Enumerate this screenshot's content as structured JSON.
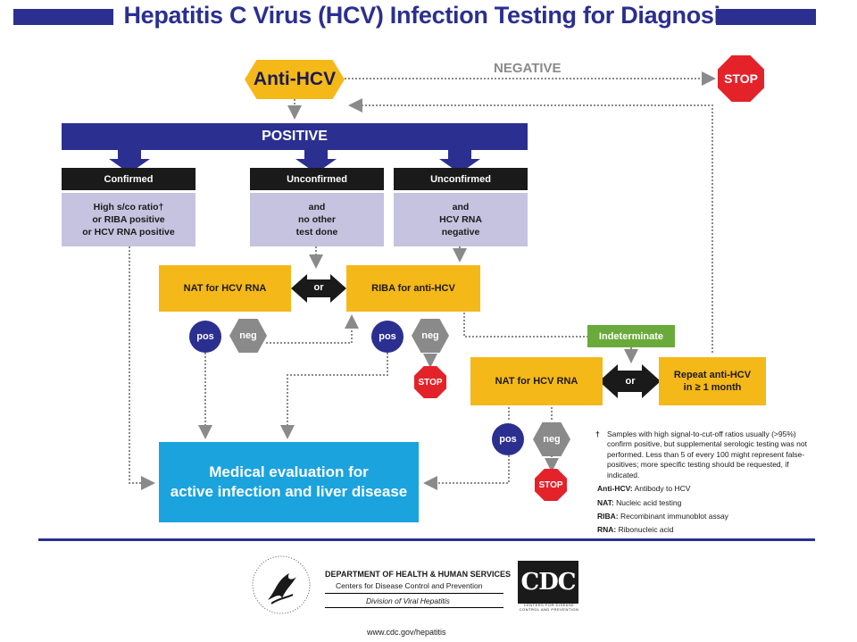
{
  "title": "Hepatitis C Virus (HCV) Infection Testing for Diagnosis",
  "start": "Anti-HCV",
  "negative": "NEGATIVE",
  "stop": "STOP",
  "positive": "POSITIVE",
  "headers": [
    "Confirmed",
    "Unconfirmed",
    "Unconfirmed"
  ],
  "criteria": [
    [
      "High s/co ratio†",
      "or RIBA positive",
      "or HCV RNA positive"
    ],
    [
      "and",
      "no other",
      "test done"
    ],
    [
      "and",
      "HCV RNA",
      "negative"
    ]
  ],
  "nat": "NAT for HCV RNA",
  "riba": "RIBA for anti-HCV",
  "or": "or",
  "pos": "pos",
  "neg": "neg",
  "indeterminate": "Indeterminate",
  "repeat": [
    "Repeat anti-HCV",
    "in ≥ 1 month"
  ],
  "medical": [
    "Medical evaluation for",
    "active infection and liver disease"
  ],
  "footnote": {
    "dagger": "†",
    "text": "Samples with high signal-to-cut-off ratios usually (>95%) confirm positive, but supplemental serologic testing was not performed.  Less than 5 of every 100 might represent false-positives; more specific testing should be requested, if indicated."
  },
  "glossary": [
    {
      "term": "Anti-HCV:",
      "def": "Antibody to HCV"
    },
    {
      "term": "NAT:",
      "def": "Nucleic acid testing"
    },
    {
      "term": "RIBA:",
      "def": "Recombinant immunoblot assay"
    },
    {
      "term": "RNA:",
      "def": "Ribonucleic acid"
    }
  ],
  "footer": {
    "dept": "DEPARTMENT OF HEALTH & HUMAN SERVICES",
    "cdc": "Centers for Disease Control and Prevention",
    "division": "Division of Viral Hepatitis",
    "url": "www.cdc.gov/hepatitis",
    "logo": "CDC",
    "logo_sub": "CENTERS FOR DISEASE CONTROL AND PREVENTION"
  },
  "colors": {
    "navy": "#2b2f8f",
    "gold": "#f5b819",
    "lilac": "#c5c3df",
    "stop_red": "#e4222a",
    "green": "#6aaa3a",
    "blue": "#1ba3de",
    "gray": "#8a8a8a"
  }
}
